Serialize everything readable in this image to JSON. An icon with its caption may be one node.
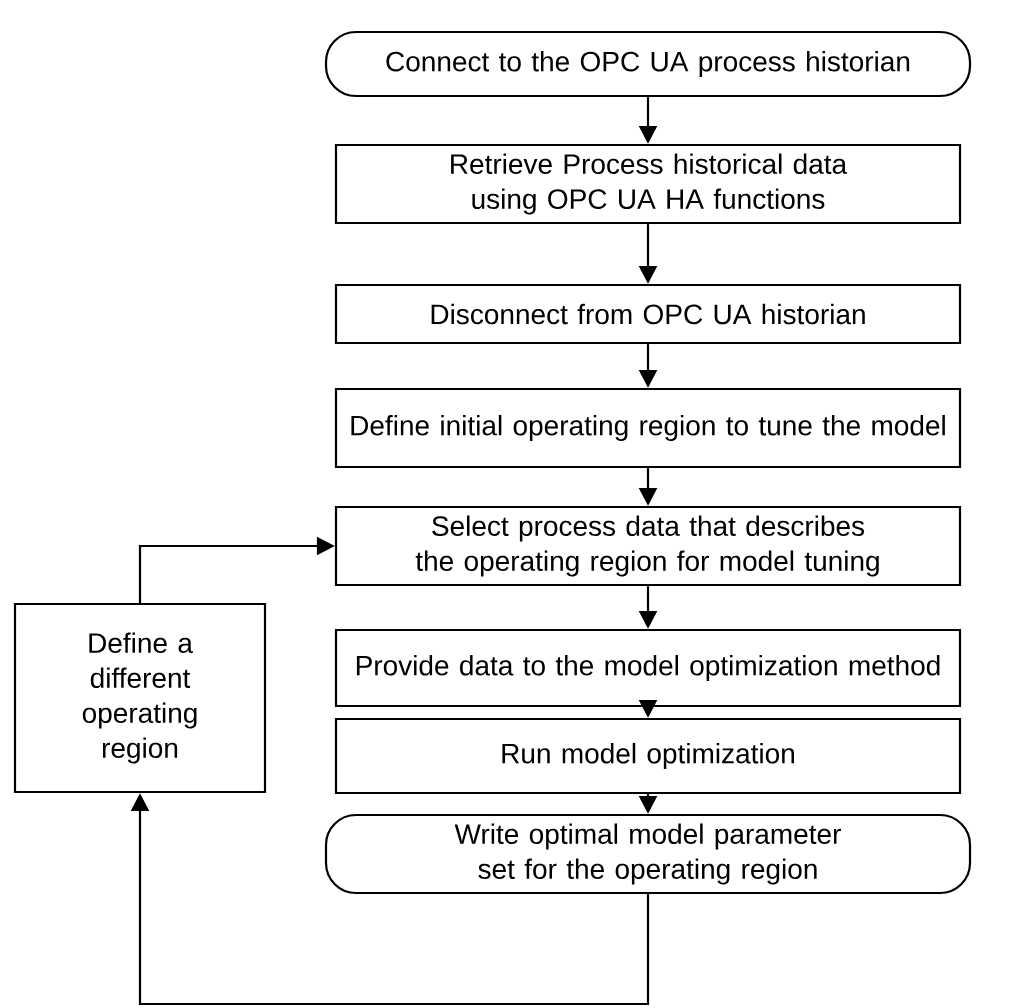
{
  "diagram": {
    "nodes": [
      {
        "text": [
          "Connect to the OPC UA process historian"
        ]
      },
      {
        "text": [
          "Retrieve Process historical data using OPC UA HA functions"
        ]
      },
      {
        "text": [
          "Disconnect from OPC UA historian"
        ]
      },
      {
        "text": [
          "Define initial operating region to tune the model"
        ]
      },
      {
        "text": [
          "Select process data that describes the operating region  for model tuning"
        ]
      },
      {
        "text": [
          "Provide data to the model optimization method"
        ]
      },
      {
        "text": [
          "Run model optimization"
        ]
      },
      {
        "text": [
          "Write optimal model parameter set for the operating region"
        ]
      },
      {
        "text": [
          "Define a different operating region"
        ]
      }
    ],
    "edges": [
      {
        "from": 0,
        "to": 1,
        "arrow": "to"
      },
      {
        "from": 1,
        "to": 2,
        "arrow": "to"
      },
      {
        "from": 2,
        "to": 3,
        "arrow": "to"
      },
      {
        "from": 3,
        "to": 4,
        "arrow": "to"
      },
      {
        "from": 4,
        "to": 5,
        "arrow": "to"
      },
      {
        "from": 5,
        "to": 6,
        "arrow": "to"
      },
      {
        "from": 6,
        "to": 7,
        "arrow": "to"
      },
      {
        "from": 7,
        "to": 8,
        "arrow": "to"
      },
      {
        "from": 8,
        "to": 4,
        "arrow": "to"
      }
    ]
  }
}
